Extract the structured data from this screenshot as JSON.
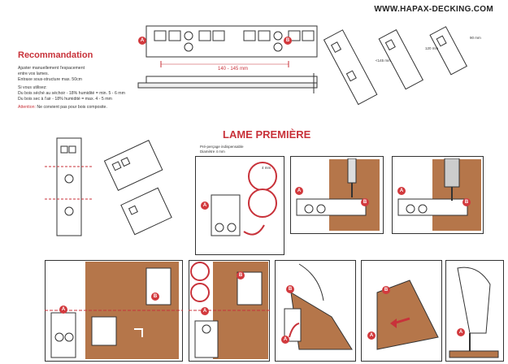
{
  "header": {
    "url": "WWW.HAPAX-DECKING.COM"
  },
  "recommendation": {
    "title": "Recommandation",
    "line1": "Ajuster manuellement l'espacement",
    "line2": "entre vos lames.",
    "line3": "Entraxe sous-structure max. 50cm",
    "line4": "Si vous utilisez:",
    "line5": "Du bois séché au séchoir - 18% humidité = min. 5 - 6 mm",
    "line6": "Du bois sec à l'air - 18% humidité = max. 4 - 5 mm",
    "attention_label": "Attention:",
    "attention_text": "Ne convient pas pour bois composite."
  },
  "top_diagram": {
    "label_a": "A",
    "label_b": "B",
    "spacing": "140 - 145 mm"
  },
  "profiles": {
    "d1": "<145 mm",
    "d2": "120 mm",
    "d3": "90 mm"
  },
  "section": {
    "title": "LAME PREMIÈRE"
  },
  "steps": {
    "a": "A",
    "b": "B",
    "note1": "Pré-perçage indispensable",
    "note2": "Diamètre 4 mm",
    "drill_size": "4 mm"
  },
  "colors": {
    "accent": "#d23a3e",
    "wood": "#b5764a",
    "ink": "#333333"
  }
}
